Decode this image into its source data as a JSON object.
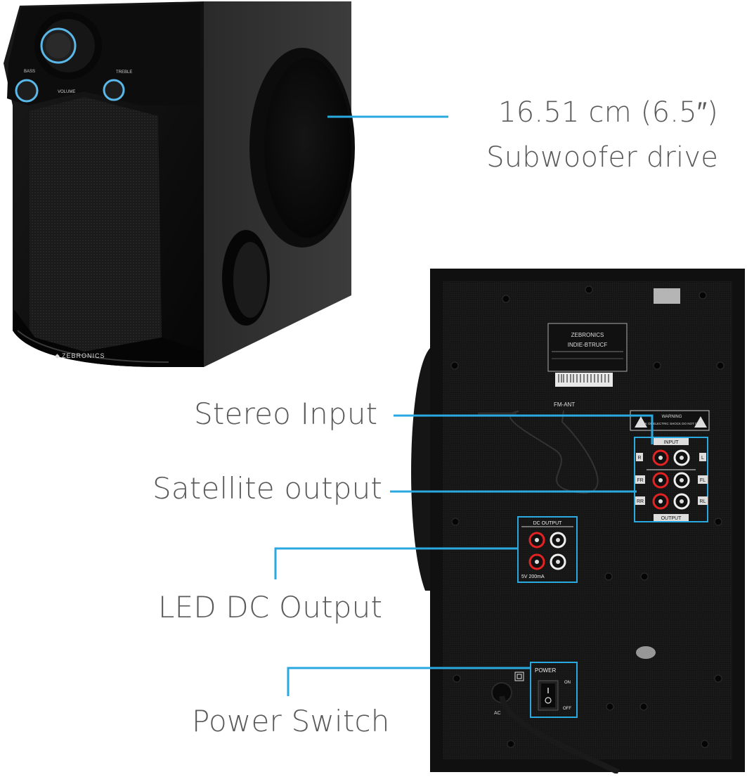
{
  "callouts": {
    "subwoofer": {
      "line1": "16.51 cm (6.5″)",
      "line2": "Subwoofer drive"
    },
    "stereo_input": "Stereo Input",
    "satellite_output": "Satellite output",
    "led_dc_output": "LED DC Output",
    "power_switch": "Power Switch"
  },
  "front_speaker": {
    "knob_labels": {
      "bass": "BASS",
      "volume": "VOLUME",
      "treble": "TREBLE"
    },
    "brand": "ZEBRONICS"
  },
  "rear_panel": {
    "label_brand": "ZEBRONICS",
    "model": "INDIE-BTRUCF",
    "fm_ant": "FM-ANT",
    "warning": "WARNING",
    "warning_text": "RISK OF ELECTRIC SHOCK DO NOT OPEN",
    "input": "INPUT",
    "output": "OUTPUT",
    "r": "R",
    "l": "L",
    "fr": "FR",
    "fl": "FL",
    "rr": "RR",
    "rl": "RL",
    "dc_output": "DC OUTPUT",
    "dc_spec": "5V 200mA",
    "power": "POWER",
    "on": "ON",
    "off": "OFF",
    "ac": "AC"
  },
  "colors": {
    "accent_line": "#29a9e0",
    "label_text": "#5a5a5a",
    "speaker_body": "#111111"
  }
}
